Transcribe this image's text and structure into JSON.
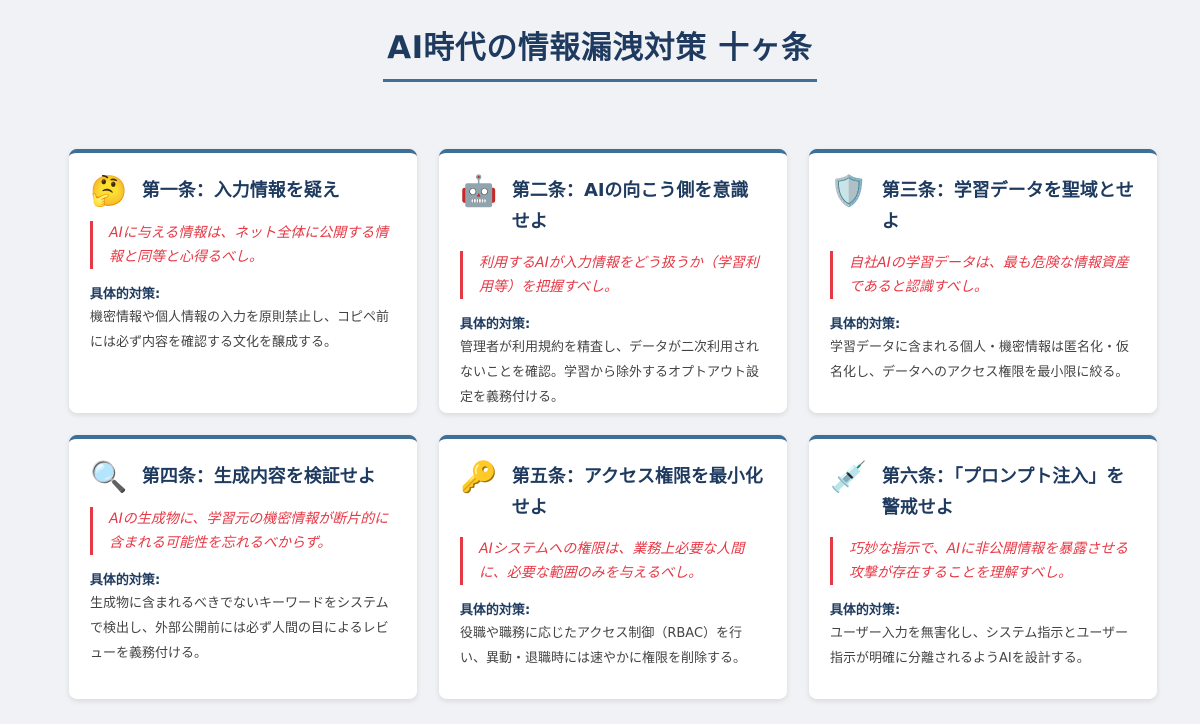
{
  "page_title": "AI時代の情報漏洩対策 十ヶ条",
  "measure_label": "具体的対策:",
  "cards": [
    {
      "icon": "🤔",
      "title": "第一条：入力情報を疑え",
      "principle": "AIに与える情報は、ネット全体に公開する情報と同等と心得るべし。",
      "measure": "機密情報や個人情報の入力を原則禁止し、コピペ前には必ず内容を確認する文化を醸成する。"
    },
    {
      "icon": "🤖",
      "title": "第二条：AIの向こう側を意識せよ",
      "principle": "利用するAIが入力情報をどう扱うか（学習利用等）を把握すべし。",
      "measure": "管理者が利用規約を精査し、データが二次利用されないことを確認。学習から除外するオプトアウト設定を義務付ける。"
    },
    {
      "icon": "🛡️",
      "title": "第三条：学習データを聖域とせよ",
      "principle": "自社AIの学習データは、最も危険な情報資産であると認識すべし。",
      "measure": "学習データに含まれる個人・機密情報は匿名化・仮名化し、データへのアクセス権限を最小限に絞る。"
    },
    {
      "icon": "🔍",
      "title": "第四条：生成内容を検証せよ",
      "principle": "AIの生成物に、学習元の機密情報が断片的に含まれる可能性を忘れるべからず。",
      "measure": "生成物に含まれるべきでないキーワードをシステムで検出し、外部公開前には必ず人間の目によるレビューを義務付ける。"
    },
    {
      "icon": "🔑",
      "title": "第五条：アクセス権限を最小化せよ",
      "principle": "AIシステムへの権限は、業務上必要な人間に、必要な範囲のみを与えるべし。",
      "measure": "役職や職務に応じたアクセス制御（RBAC）を行い、異動・退職時には速やかに権限を削除する。"
    },
    {
      "icon": "💉",
      "title": "第六条：「プロンプト注入」を警戒せよ",
      "principle": "巧妙な指示で、AIに非公開情報を暴露させる攻撃が存在することを理解すべし。",
      "measure": "ユーザー入力を無害化し、システム指示とユーザー指示が明確に分離されるようAIを設計する。"
    }
  ]
}
